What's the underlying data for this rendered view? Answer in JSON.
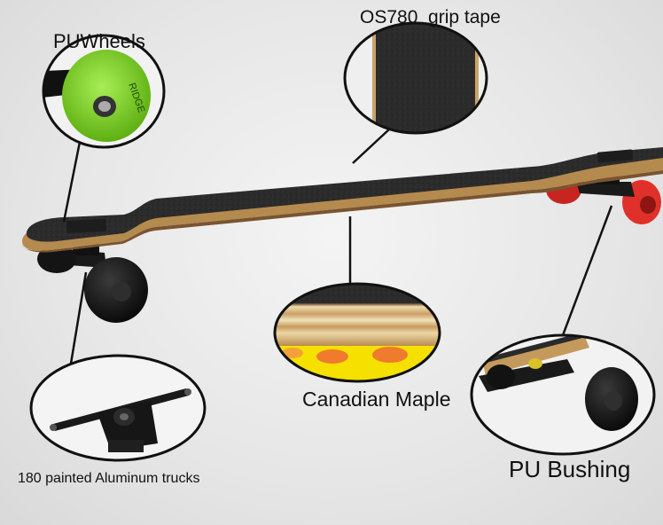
{
  "callouts": {
    "wheels": "PUWheels",
    "grip": "OS780  grip tape",
    "maple": "Canadian Maple",
    "trucks": "180 painted Aluminum trucks",
    "bushing": "PU Bushing"
  },
  "wheel_print": "RIDGE",
  "colors": {
    "grip_tape": "#2a2a2a",
    "maple": "#d9b46e",
    "green_wheel": "#7ed321",
    "red_wheel": "#e0302a",
    "black_wheel": "#151515",
    "outline": "#111111"
  }
}
